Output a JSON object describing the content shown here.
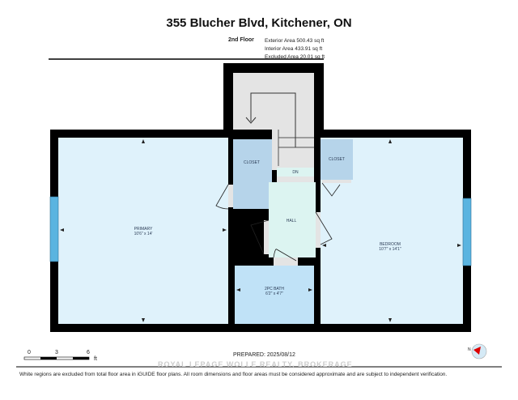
{
  "title": "355 Blucher Blvd, Kitchener, ON",
  "floor": {
    "name": "2nd Floor",
    "areas": [
      "Exterior Area 500.43 sq ft",
      "Interior Area 433.91 sq ft",
      "Excluded Area 20.01 sq ft"
    ]
  },
  "rooms": {
    "primary": {
      "name": "PRIMARY",
      "dims": "10'6\" x 14'"
    },
    "bedroom": {
      "name": "BEDROOM",
      "dims": "10'7\" x 14'1\""
    },
    "closet_left": {
      "name": "CLOSET"
    },
    "closet_right": {
      "name": "CLOSET"
    },
    "hall": {
      "name": "HALL"
    },
    "stairs": {
      "name": "DN"
    },
    "bath": {
      "name": "2PC BATH",
      "dims": "6'2\" x 4'7\""
    }
  },
  "scale": {
    "ticks": [
      "0",
      "3",
      "6"
    ],
    "unit": "ft"
  },
  "prepared": "PREPARED: 2025/08/12",
  "compass": {
    "label": "N"
  },
  "watermark": "ROYAL LEPAGE WOLLE REALTY, BROKERAGE",
  "disclaimer": "White regions are excluded from total floor area in iGUIDE floor plans. All room dimensions and floor areas must be considered approximate and are subject to independent verification.",
  "colors": {
    "room": "#dff2fb",
    "closet": "#b6d4ea",
    "hall": "#dcf4f1",
    "bath": "#c0e2f7",
    "wall": "#000000",
    "window": "#5ab4e0"
  }
}
